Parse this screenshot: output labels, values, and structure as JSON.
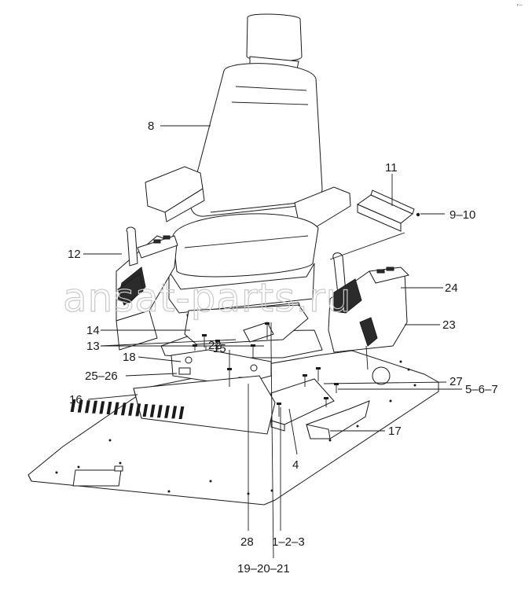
{
  "watermark": "ansat-parts.ru",
  "corner_mark": "r—",
  "callouts": {
    "c8": "8",
    "c11": "11",
    "c9_10": "9–10",
    "c12": "12",
    "c24": "24",
    "c23": "23",
    "c14": "14",
    "c13": "13",
    "c22": "22",
    "c18": "18",
    "c25_26": "25–26",
    "c15": "15",
    "c27": "27",
    "c5_6_7": "5–6–7",
    "c16": "16",
    "c17": "17",
    "c4": "4",
    "c28": "28",
    "c1_2_3": "1–2–3",
    "c19_20_21": "19–20–21"
  }
}
